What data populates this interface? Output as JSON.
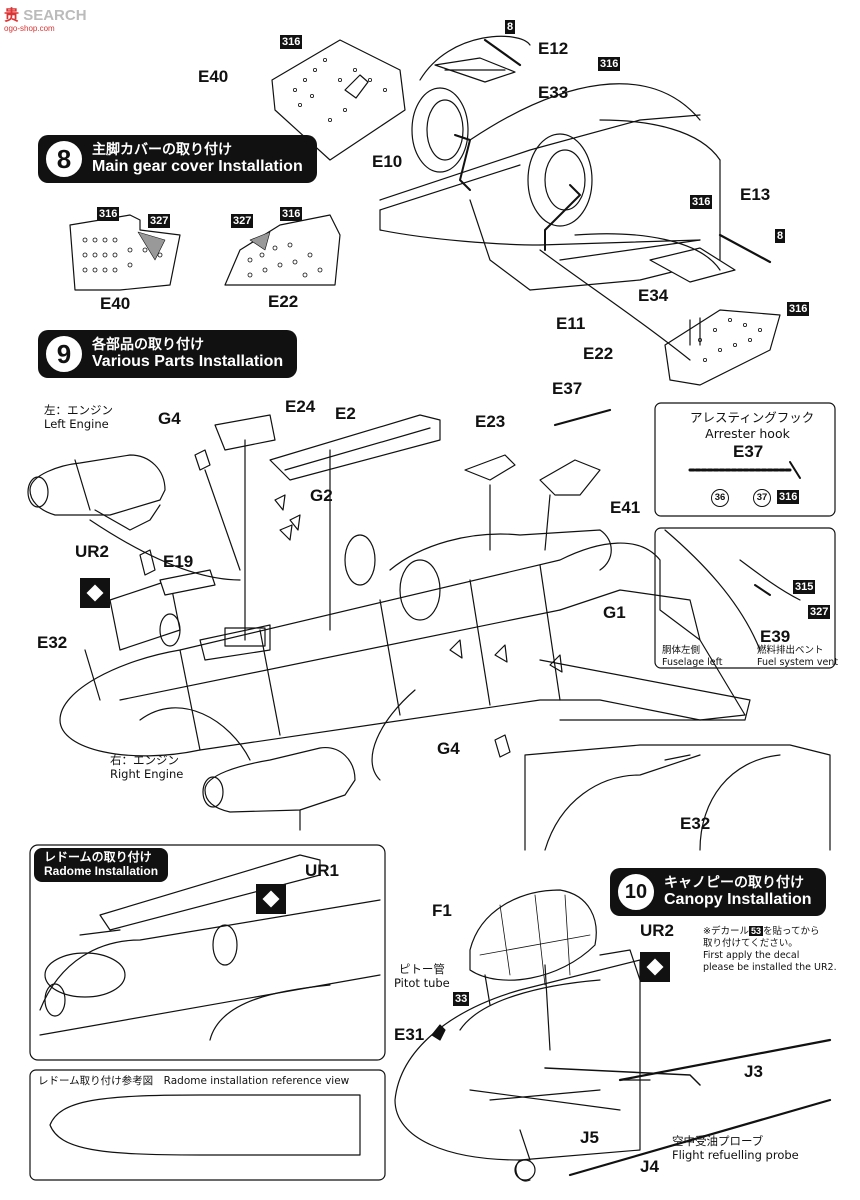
{
  "watermark": {
    "cn": "贵",
    "text": "SEARCH",
    "sub": "ogo-shop.com"
  },
  "steps": {
    "s8": {
      "num": "8",
      "jp": "主脚カバーの取り付け",
      "en": "Main gear cover Installation"
    },
    "s9": {
      "num": "9",
      "jp": "各部品の取り付け",
      "en": "Various Parts Installation"
    },
    "s10": {
      "num": "10",
      "jp": "キャノピーの取り付け",
      "en": "Canopy Installation"
    },
    "radome": {
      "jp": "レドームの取り付け",
      "en": "Radome Installation"
    }
  },
  "parts": {
    "E40a": "E40",
    "E12": "E12",
    "E33": "E33",
    "E10": "E10",
    "E13": "E13",
    "E34": "E34",
    "E11": "E11",
    "E22a": "E22",
    "E40b": "E40",
    "E22b": "E22",
    "G4a": "G4",
    "E24": "E24",
    "E2": "E2",
    "E23": "E23",
    "E37a": "E37",
    "E37b": "E37",
    "G2": "G2",
    "E41": "E41",
    "UR2a": "UR2",
    "E19": "E19",
    "E32a": "E32",
    "G1": "G1",
    "E39": "E39",
    "G4b": "G4",
    "E32b": "E32",
    "UR1": "UR1",
    "F1": "F1",
    "UR2b": "UR2",
    "E31": "E31",
    "J3": "J3",
    "J5": "J5",
    "J4": "J4"
  },
  "paint": {
    "c8": "8",
    "c316": "316",
    "c327": "327",
    "c315": "315",
    "c33": "33",
    "c36": "36",
    "c37": "37",
    "c53": "53"
  },
  "notes": {
    "left_engine_jp": "左：エンジン",
    "left_engine_en": "Left Engine",
    "right_engine_jp": "右：エンジン",
    "right_engine_en": "Right Engine",
    "arrester_jp": "アレスティングフック",
    "arrester_en": "Arrester hook",
    "fuselage_jp": "胴体左側",
    "fuselage_en": "Fuselage left",
    "vent_jp": "燃料排出ベント",
    "vent_en": "Fuel system vent",
    "radome_ref": "レドーム取り付け参考図　Radome installation reference view",
    "pitot_jp": "ピトー管",
    "pitot_en": "Pitot tube",
    "decal_jp1": "※デカール",
    "decal_jp2": "を貼ってから",
    "decal_jp3": "取り付けてください。",
    "decal_en1": "First apply the decal",
    "decal_en2": "please be installed the UR2.",
    "probe_jp": "空中受油プローブ",
    "probe_en": "Flight refuelling probe"
  }
}
